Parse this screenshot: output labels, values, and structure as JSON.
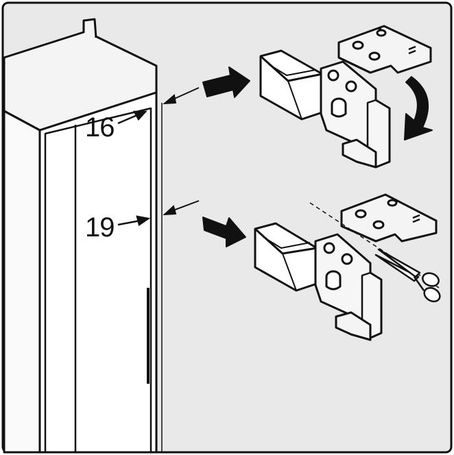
{
  "figure": {
    "panel_color": "#e9e9e9",
    "line_color": "#111111",
    "fill_light": "#f2f2f2",
    "fill_white": "#ffffff"
  },
  "callouts": [
    {
      "id": "callout-16",
      "label": "16"
    },
    {
      "id": "callout-19",
      "label": "19"
    }
  ],
  "icons": {
    "arrow": "push-arrow-icon",
    "rotate": "rotate-arrow-icon",
    "scissors": "scissors-icon"
  }
}
